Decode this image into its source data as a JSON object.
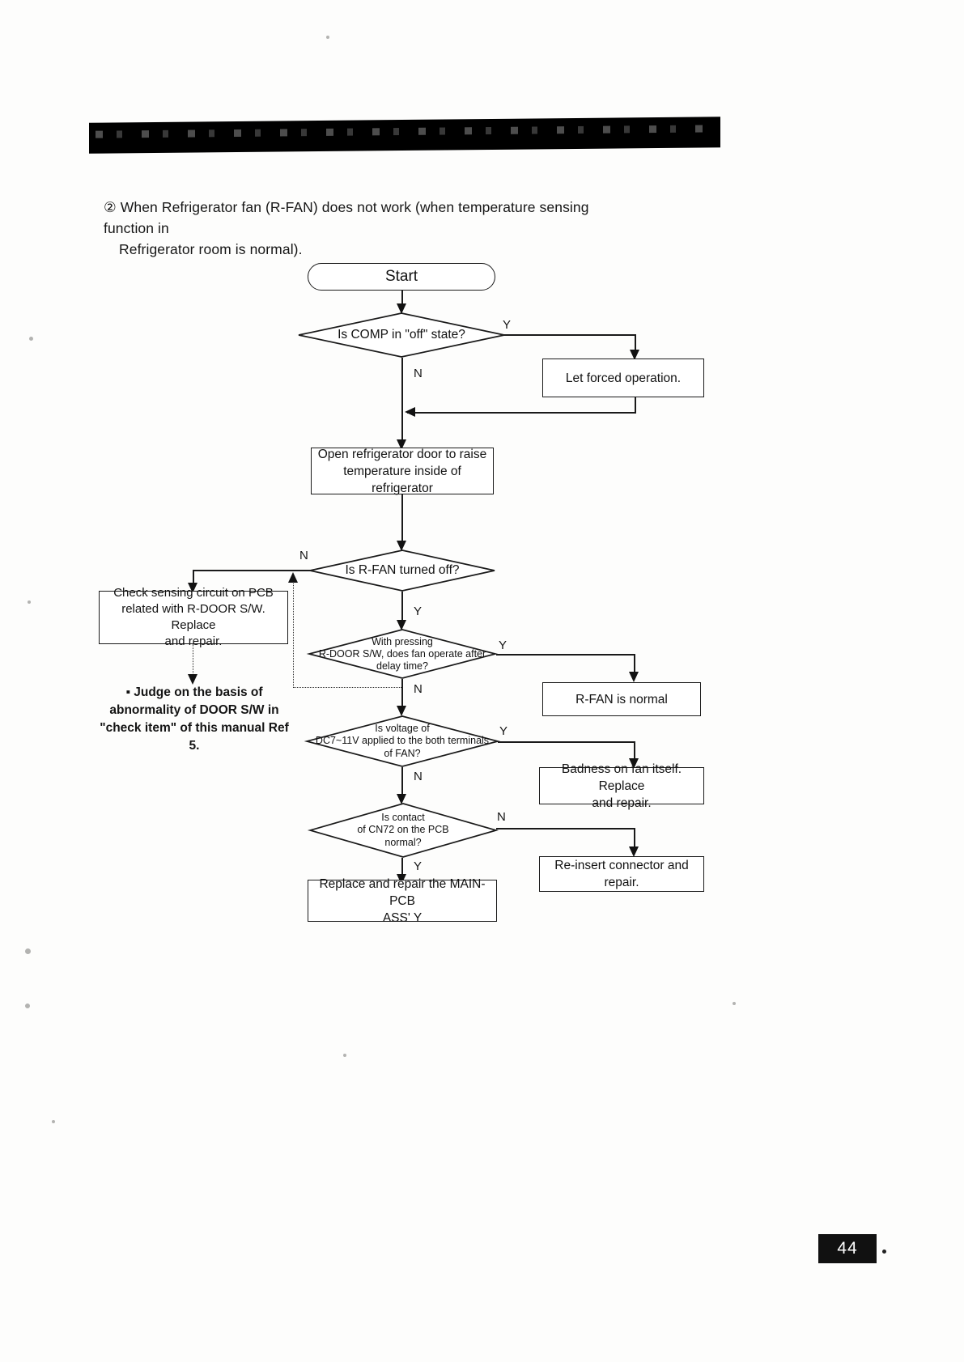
{
  "document": {
    "intro_marker": "②",
    "intro_line1": "When Refrigerator fan (R-FAN) does  not work (when  temperature sensing function in",
    "intro_line2": "Refrigerator room is normal).",
    "page_number": "44"
  },
  "flowchart": {
    "start": "Start",
    "d_comp": "Is  COMP in \"off\"  state?",
    "b_forced": "Let forced operation.",
    "b_open_door_l1": "Open  refrigerator door to raise",
    "b_open_door_l2": "temperature inside of refrigerator",
    "d_rfan_off": "Is R-FAN turned off?",
    "b_check_sensing_l1": "Check sensing circuit on PCB",
    "b_check_sensing_l2": "related with R-DOOR S/W. Replace",
    "b_check_sensing_l3": "and repair.",
    "d_press_l1": "With pressing",
    "d_press_l2": "R-DOOR S/W, does fan operate after",
    "d_press_l3": "delay time?",
    "b_rfan_normal": "R-FAN is normal",
    "d_voltage_l1": "Is voltage of",
    "d_voltage_l2": "DC7~11V applied to the both terminals",
    "d_voltage_l3": "of FAN?",
    "b_fan_bad_l1": "Badness on fan itself. Replace",
    "b_fan_bad_l2": "and repair.",
    "d_cn72_l1": "Is contact",
    "d_cn72_l2": "of CN72 on the PCB",
    "d_cn72_l3": "normal?",
    "b_reinsert": "Re-insert connector and repair.",
    "b_replace_pcb_l1": "Replace and repair the MAIN-PCB",
    "b_replace_pcb_l2": "ASS' Y",
    "note_l1": "▪ Judge  on the  basis of",
    "note_l2": "abnormality  of DOOR S/W in",
    "note_l3": "\"check item\" of  this manual Ref 5.",
    "labels": {
      "y": "Y",
      "n": "N"
    }
  }
}
